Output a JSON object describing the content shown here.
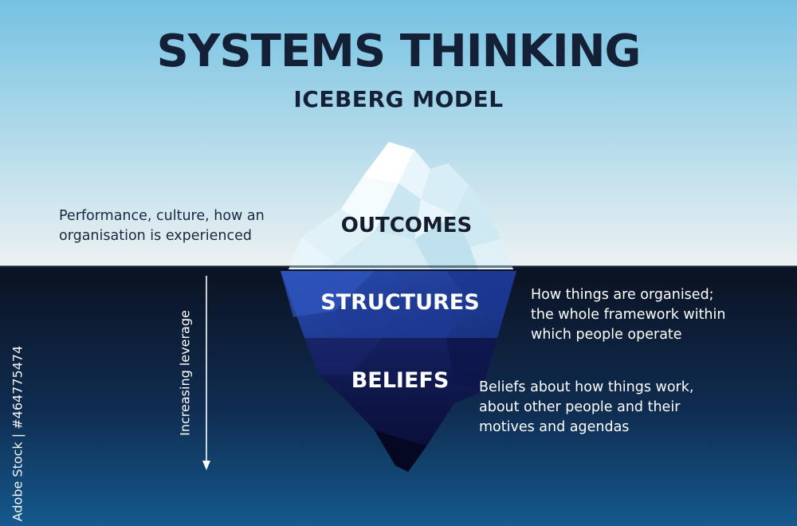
{
  "header": {
    "title": "SYSTEMS THINKING",
    "subtitle": "ICEBERG MODEL"
  },
  "layers": {
    "outcomes": {
      "label": "OUTCOMES",
      "description": [
        "Performance, culture, how an",
        "organisation is experienced"
      ]
    },
    "structures": {
      "label": "STRUCTURES",
      "description": [
        "How things are organised;",
        "the whole framework within",
        "which people operate"
      ]
    },
    "beliefs": {
      "label": "BELIEFS",
      "description": [
        "Beliefs about how things work,",
        "about other people and their",
        "motives and agendas"
      ]
    }
  },
  "arrow": {
    "label": "Increasing leverage"
  },
  "watermark": {
    "text": "Adobe Stock | #464775474"
  },
  "colors": {
    "sky_top": "#76c3e3",
    "sky_bottom": "#eef2f2",
    "water_top": "#0c1324",
    "water_bottom": "#155a8f",
    "ice": "#e9f6fb",
    "structures_band": "#1f3c98",
    "beliefs_band": "#0e1450"
  }
}
